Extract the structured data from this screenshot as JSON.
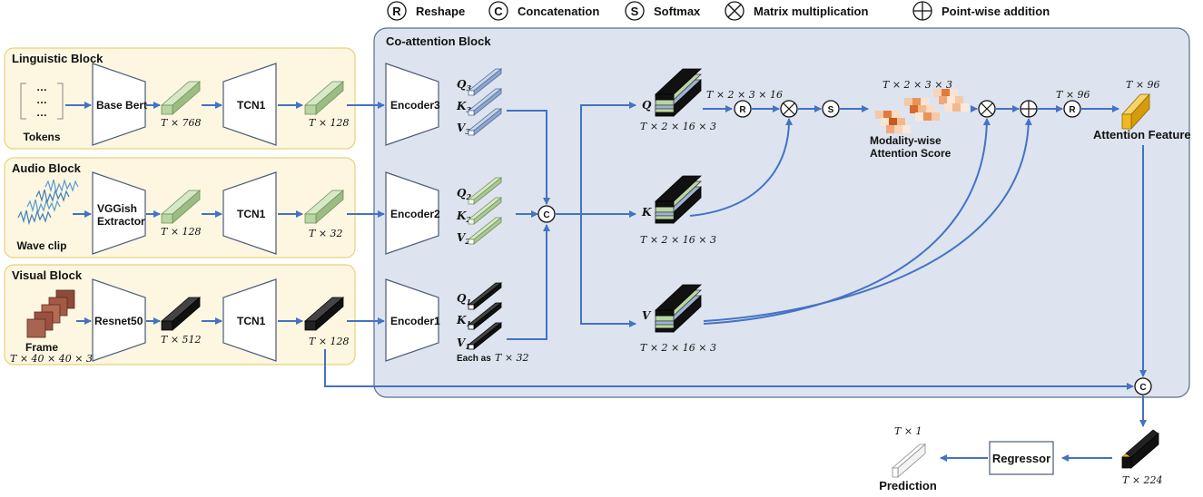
{
  "legend": {
    "reshape": "Reshape",
    "concatenation": "Concatenation",
    "softmax": "Softmax",
    "matmul": "Matrix multiplication",
    "pointwise_add": "Point-wise addition",
    "r_symbol": "R",
    "c_symbol": "C",
    "s_symbol": "S"
  },
  "blocks": {
    "linguistic": {
      "title": "Linguistic Block",
      "input_label": "Tokens",
      "ellipsis": "…",
      "extractor": "Base Bert",
      "feat1": "T × 768",
      "tcn": "TCN1",
      "feat2": "T × 128"
    },
    "audio": {
      "title": "Audio Block",
      "input_label": "Wave clip",
      "extractor_line1": "VGGish",
      "extractor_line2": "Extractor",
      "feat1": "T × 128",
      "tcn": "TCN1",
      "feat2": "T × 32"
    },
    "visual": {
      "title": "Visual Block",
      "input_label": "Frame",
      "input_dim": "T × 40 × 40 × 3",
      "extractor": "Resnet50",
      "feat1": "T × 512",
      "tcn": "TCN1",
      "feat2": "T × 128"
    }
  },
  "coattention": {
    "title": "Co-attention Block",
    "encoder3": "Encoder3",
    "encoder2": "Encoder2",
    "encoder1": "Encoder1",
    "q3": "Q",
    "k3": "K",
    "v3": "V",
    "sub3": "3",
    "q2": "Q",
    "k2": "K",
    "v2": "V",
    "sub2": "2",
    "q1": "Q",
    "k1": "K",
    "v1": "V",
    "sub1": "1",
    "each_as": "Each as",
    "each_dim": "T × 32",
    "q_label": "Q",
    "k_label": "K",
    "v_label": "V",
    "q_dim": "T × 2 × 16 × 3",
    "k_dim": "T × 2 × 16 × 3",
    "v_dim": "T × 2 × 16 × 3",
    "reshape_dim": "T × 2 × 3 × 16",
    "score_dim": "T × 2 × 3 × 3",
    "score_label_line1": "Modality-wise",
    "score_label_line2": "Attention Score",
    "out_reshape_dim": "T × 96",
    "attn_dim": "T × 96",
    "attn_label": "Attention Feature"
  },
  "output": {
    "concat_dim": "T × 224",
    "regressor": "Regressor",
    "pred_dim": "T × 1",
    "pred_label": "Prediction"
  },
  "colors": {
    "block_bg": "#fdf6e1",
    "block_border": "#e8d27a",
    "coatt_bg": "#dde4ef",
    "coatt_border": "#5a6e8c",
    "arrow": "#4472c4",
    "green_bar": "#b8d6a2",
    "blue_bar": "#9eb3d3",
    "black_bar": "#1a1a1a",
    "gold_bar": "#f3b81d"
  }
}
